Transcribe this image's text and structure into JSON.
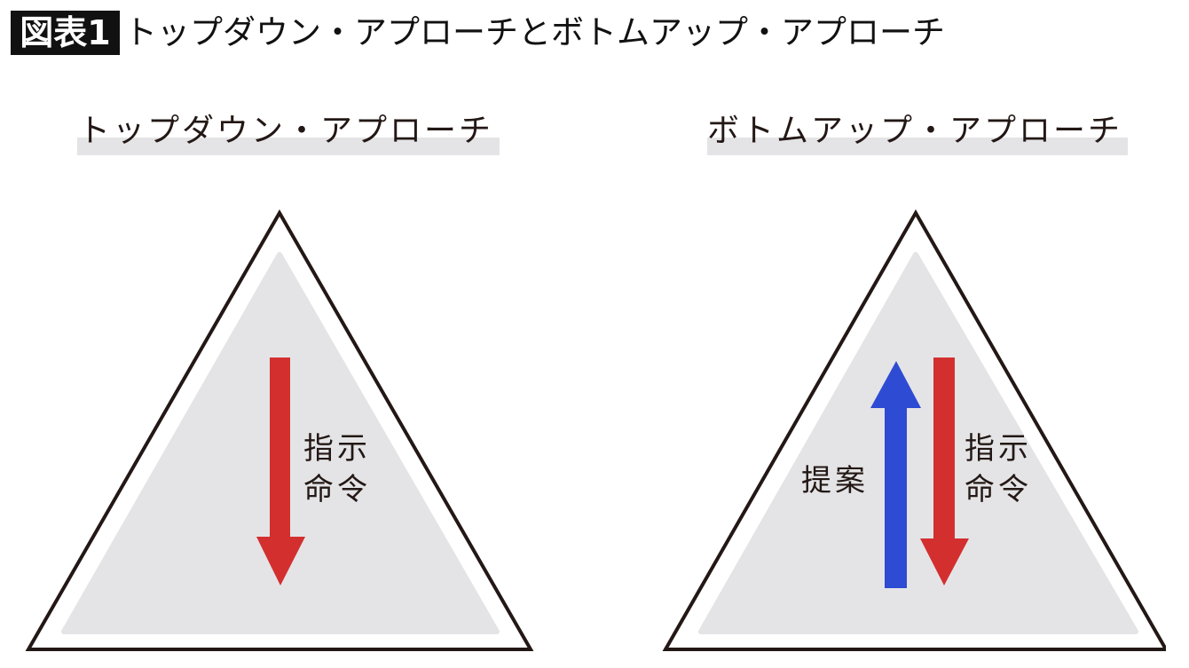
{
  "header": {
    "figure_label": "図表1",
    "title": "トップダウン・アプローチとボトムアップ・アプローチ"
  },
  "left": {
    "title": "トップダウン・アプローチ",
    "arrow_label_line1": "指示",
    "arrow_label_line2": "命令"
  },
  "right": {
    "title": "ボトムアップ・アプローチ",
    "up_label": "提案",
    "down_label_line1": "指示",
    "down_label_line2": "命令"
  },
  "colors": {
    "red": "#d32f2f",
    "blue": "#2e4bd3",
    "gray": "#e4e4e6",
    "outline": "#231815"
  }
}
